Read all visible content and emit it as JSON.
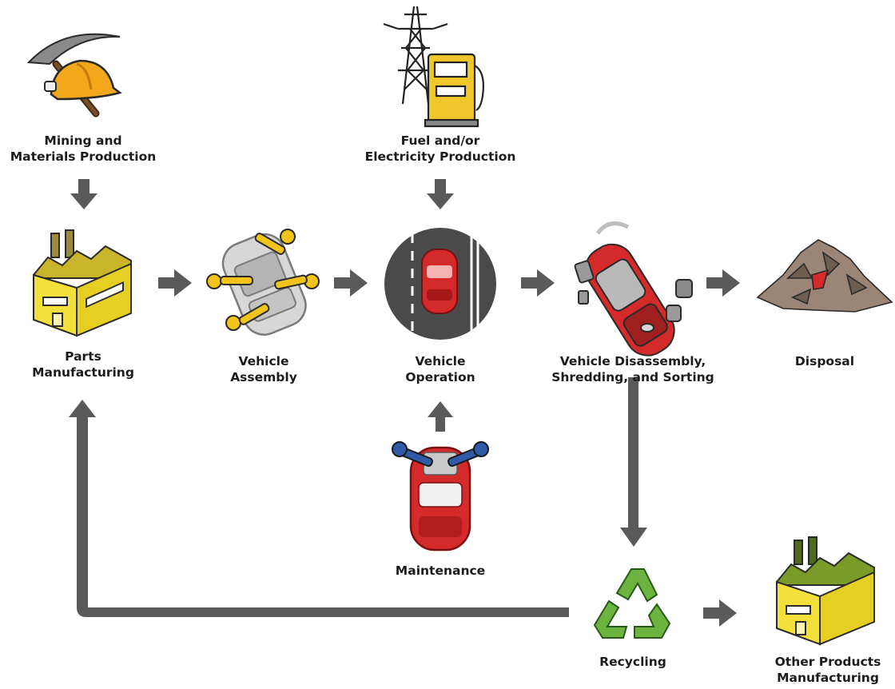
{
  "stages": {
    "mining": {
      "lines": [
        "Mining and",
        "Materials Production"
      ],
      "icon": "pickaxe-hardhat-icon"
    },
    "fuel": {
      "lines": [
        "Fuel and/or",
        "Electricity Production"
      ],
      "icon": "power-tower-fuel-pump-icon"
    },
    "parts": {
      "lines": [
        "Parts",
        "Manufacturing"
      ],
      "icon": "factory-icon"
    },
    "assembly": {
      "lines": [
        "Vehicle",
        "Assembly"
      ],
      "icon": "robot-arms-car-icon"
    },
    "operation": {
      "lines": [
        "Vehicle",
        "Operation"
      ],
      "icon": "car-on-road-icon"
    },
    "disassembly": {
      "lines": [
        "Vehicle Disassembly,",
        "Shredding, and Sorting"
      ],
      "icon": "car-parts-exploded-icon"
    },
    "disposal": {
      "lines": [
        "Disposal"
      ],
      "icon": "landfill-pile-icon"
    },
    "maintenance": {
      "lines": [
        "Maintenance"
      ],
      "icon": "wrenches-car-icon"
    },
    "recycling": {
      "lines": [
        "Recycling"
      ],
      "icon": "recycle-arrows-icon"
    },
    "other": {
      "lines": [
        "Other Products",
        "Manufacturing"
      ],
      "icon": "green-factory-icon"
    }
  },
  "colors": {
    "arrow": "#5a5a5a",
    "factory_yellow": "#f3e03a",
    "factory_green": "#7a9a2a",
    "car_red": "#d42a2a",
    "recycle_green": "#6cb33f",
    "road": "#4a4a4a"
  }
}
